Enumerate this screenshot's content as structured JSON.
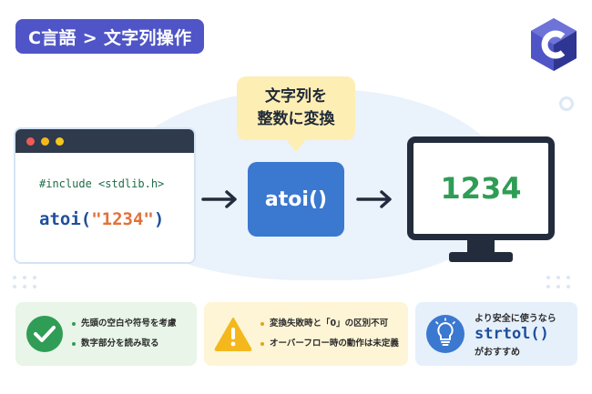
{
  "header": {
    "title": "C言語 > 文字列操作"
  },
  "logo": {
    "icon": "c-language-hexagon-icon",
    "color": "#4f55c6"
  },
  "bubble": {
    "line1": "文字列を",
    "line2": "整数に変換"
  },
  "code_window": {
    "include_line": "#include <stdlib.h>",
    "call_fn": "atoi(",
    "call_arg": "\"1234\"",
    "call_close": ")"
  },
  "function": {
    "label": "atoi()",
    "color": "#3b78d0"
  },
  "result": {
    "value": "1234",
    "color": "#2f9d55"
  },
  "cards": {
    "features": {
      "icon": "check-circle-icon",
      "items": [
        "先頭の空白や符号を考慮",
        "数字部分を読み取る"
      ]
    },
    "warnings": {
      "icon": "warning-triangle-icon",
      "items": [
        "変換失敗時と「0」の区別不可",
        "オーバーフロー時の動作は未定義"
      ]
    },
    "tip": {
      "icon": "lightbulb-icon",
      "line1": "より安全に使うなら",
      "code": "strtol()",
      "line3": "がおすすめ"
    }
  },
  "colors": {
    "accent": "#4f55c6",
    "dark": "#2f3a4c",
    "green": "#2f9d55",
    "yellow": "#f4b81d",
    "blue": "#3b78d0"
  }
}
